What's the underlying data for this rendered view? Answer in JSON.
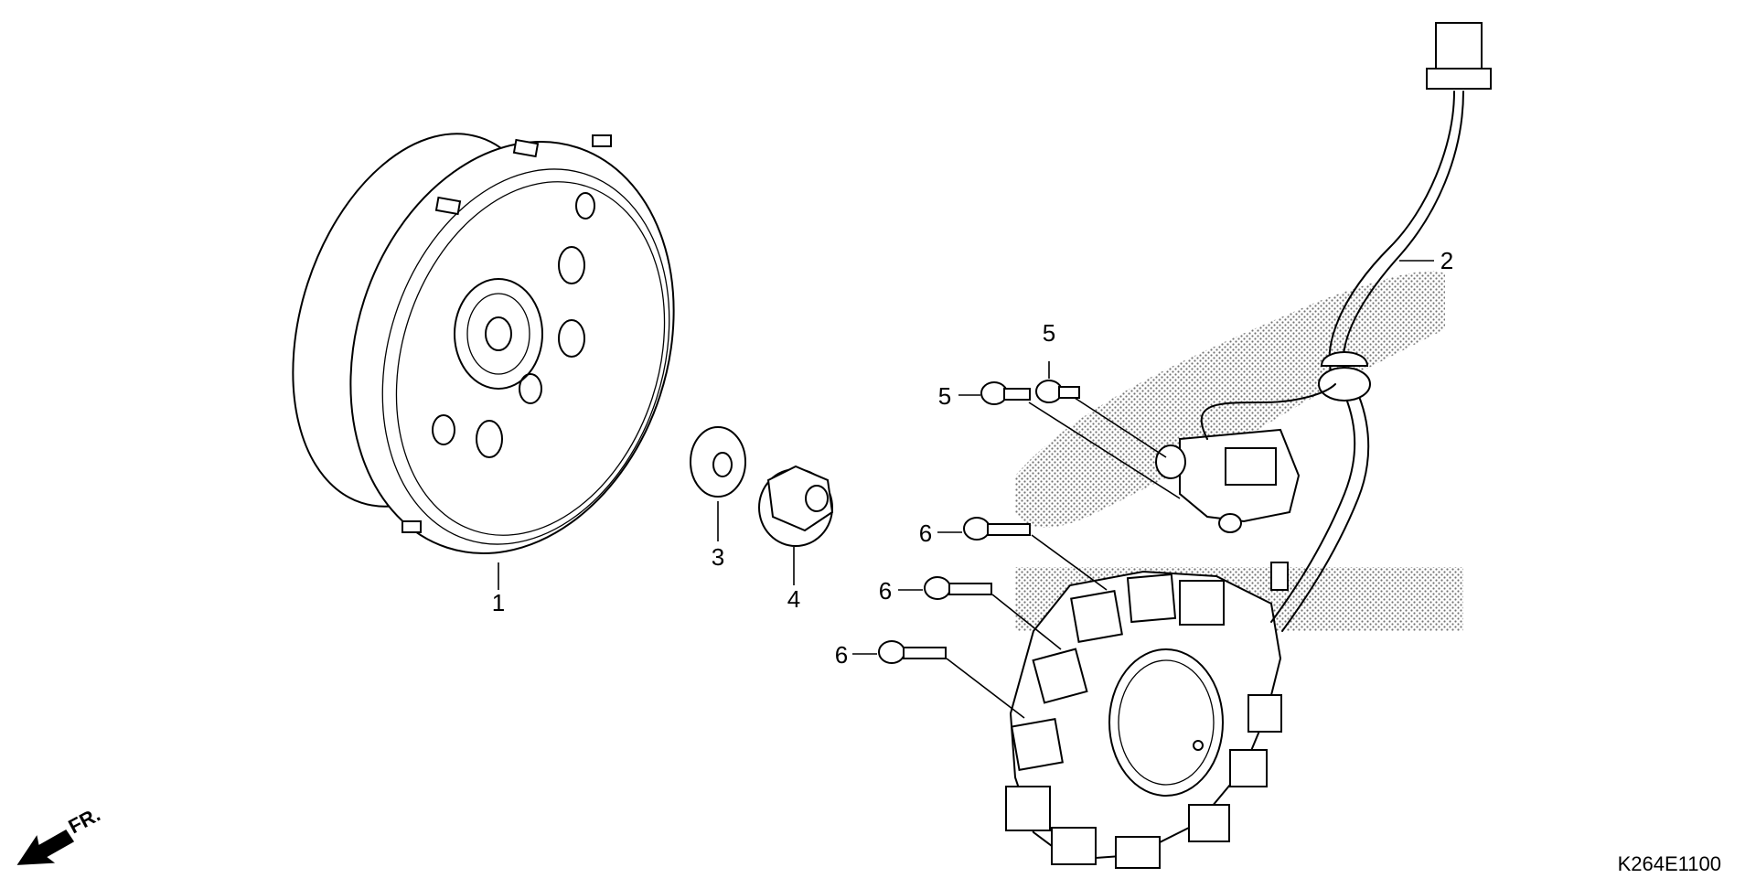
{
  "diagram": {
    "callouts": [
      "1",
      "2",
      "3",
      "4",
      "5",
      "5",
      "6",
      "6",
      "6"
    ],
    "direction_label": "FR.",
    "diagram_code": "K264E1100"
  }
}
